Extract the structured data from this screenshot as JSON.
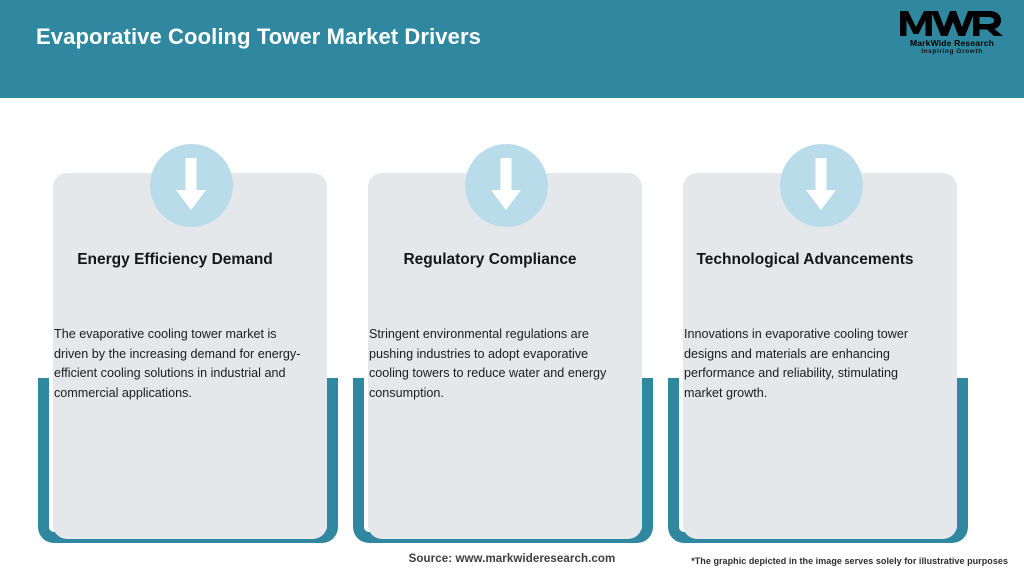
{
  "header": {
    "title": "Evaporative Cooling Tower Market Drivers",
    "background_color": "#2f88a0",
    "title_color": "#ffffff"
  },
  "logo": {
    "mark_text": "MWR",
    "name": "MarkWide Research",
    "tagline": "Inspiring Growth"
  },
  "theme": {
    "accent_teal": "#2f88a0",
    "card_bg": "#e4e8ea",
    "icon_circle": "#b8dcea",
    "arrow_color": "#ffffff",
    "page_bg": "#ffffff"
  },
  "cards": [
    {
      "icon": "arrow-down-icon",
      "title": "Energy Efficiency Demand",
      "body": "The evaporative cooling tower market is driven by the increasing demand for energy-efficient cooling solutions in industrial and commercial applications."
    },
    {
      "icon": "arrow-down-icon",
      "title": "Regulatory Compliance",
      "body": "Stringent environmental regulations are pushing industries to adopt evaporative cooling towers to reduce water and energy consumption."
    },
    {
      "icon": "arrow-down-icon",
      "title": "Technological Advancements",
      "body": "Innovations in evaporative cooling tower designs and materials are enhancing performance and reliability, stimulating market growth."
    }
  ],
  "footer": {
    "source": "Source: www.markwideresearch.com",
    "disclaimer": "*The graphic depicted in the image serves solely for illustrative purposes"
  }
}
